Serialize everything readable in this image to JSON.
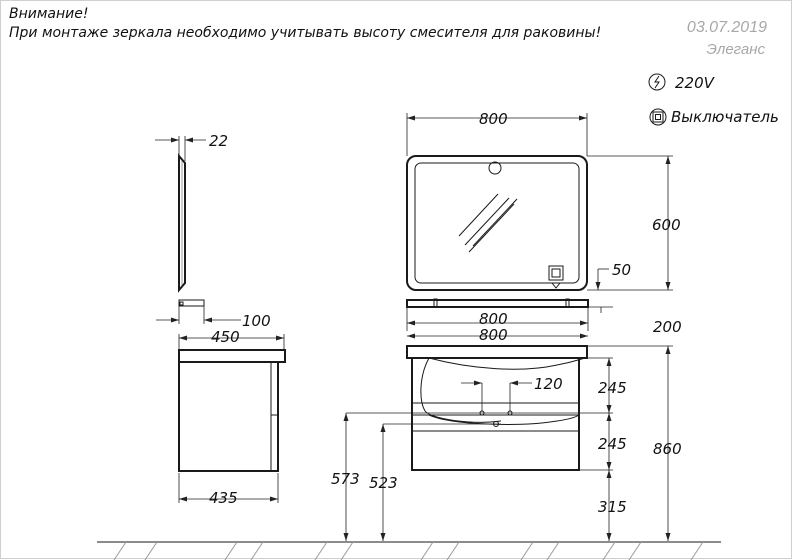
{
  "notes": {
    "warning_title": "Внимание!",
    "warning_text": "При монтаже зеркала необходимо учитывать высоту смесителя для раковины!"
  },
  "meta": {
    "date": "03.07.2019",
    "product": "Элеганс"
  },
  "legend": {
    "power_label": "220V",
    "switch_label": "Выключатель"
  },
  "dimensions": {
    "mirror_depth": "22",
    "mirror_width": "800",
    "mirror_height": "600",
    "switch_offset": "50",
    "shelf_depth": "100",
    "shelf_width": "800",
    "shelf_height": "200",
    "cabinet_depth_top": "450",
    "cabinet_width": "800",
    "cabinet_depth_bottom": "435",
    "drawer_height_upper": "245",
    "drawer_height_lower": "245",
    "leg_height": "315",
    "total_height": "860",
    "pipe_spacing": "120",
    "pipe_height_1": "573",
    "pipe_height_2": "523"
  },
  "colors": {
    "line": "#1a1a1a",
    "meta_text": "#a8a8a8"
  }
}
